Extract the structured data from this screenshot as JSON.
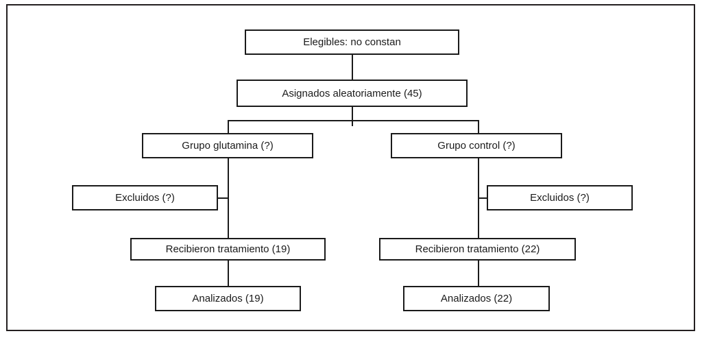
{
  "diagram": {
    "title": "CONSORT participant flow diagram",
    "language": "es",
    "frame_color": "#231f20",
    "line_color": "#1a1a1a",
    "box_fill": "#ffffff",
    "nodes": {
      "eligible": "Elegibles: no constan",
      "randomized": "Asignados aleatoriamente (45)",
      "group_left": "Grupo glutamina (?)",
      "group_right": "Grupo control (?)",
      "excluded_left": "Excluidos (?)",
      "excluded_right": "Excluidos (?)",
      "treated_left": "Recibieron tratamiento (19)",
      "treated_right": "Recibieron tratamiento (22)",
      "analyzed_left": "Analizados (19)",
      "analyzed_right": "Analizados (22)"
    }
  },
  "chart_data": {
    "type": "diagram",
    "title": "Elegibles: no constan",
    "flow": [
      {
        "id": "eligible",
        "label": "Elegibles: no constan",
        "count": null,
        "level": 0,
        "branch": "root"
      },
      {
        "id": "randomized",
        "label": "Asignados aleatoriamente (45)",
        "count": 45,
        "level": 1,
        "branch": "root"
      },
      {
        "id": "group_left",
        "label": "Grupo glutamina (?)",
        "count": null,
        "level": 2,
        "branch": "left"
      },
      {
        "id": "group_right",
        "label": "Grupo control (?)",
        "count": null,
        "level": 2,
        "branch": "right"
      },
      {
        "id": "excluded_left",
        "label": "Excluidos (?)",
        "count": null,
        "level": 3,
        "branch": "left"
      },
      {
        "id": "excluded_right",
        "label": "Excluidos (?)",
        "count": null,
        "level": 3,
        "branch": "right"
      },
      {
        "id": "treated_left",
        "label": "Recibieron tratamiento (19)",
        "count": 19,
        "level": 4,
        "branch": "left"
      },
      {
        "id": "treated_right",
        "label": "Recibieron tratamiento (22)",
        "count": 22,
        "level": 4,
        "branch": "right"
      },
      {
        "id": "analyzed_left",
        "label": "Analizados (19)",
        "count": 19,
        "level": 5,
        "branch": "left"
      },
      {
        "id": "analyzed_right",
        "label": "Analizados (22)",
        "count": 22,
        "level": 5,
        "branch": "right"
      }
    ],
    "edges": [
      {
        "from": "eligible",
        "to": "randomized"
      },
      {
        "from": "randomized",
        "to": "group_left"
      },
      {
        "from": "randomized",
        "to": "group_right"
      },
      {
        "from": "group_left",
        "to": "excluded_left"
      },
      {
        "from": "group_left",
        "to": "treated_left"
      },
      {
        "from": "group_right",
        "to": "excluded_right"
      },
      {
        "from": "group_right",
        "to": "treated_right"
      },
      {
        "from": "treated_left",
        "to": "analyzed_left"
      },
      {
        "from": "treated_right",
        "to": "analyzed_right"
      }
    ]
  }
}
